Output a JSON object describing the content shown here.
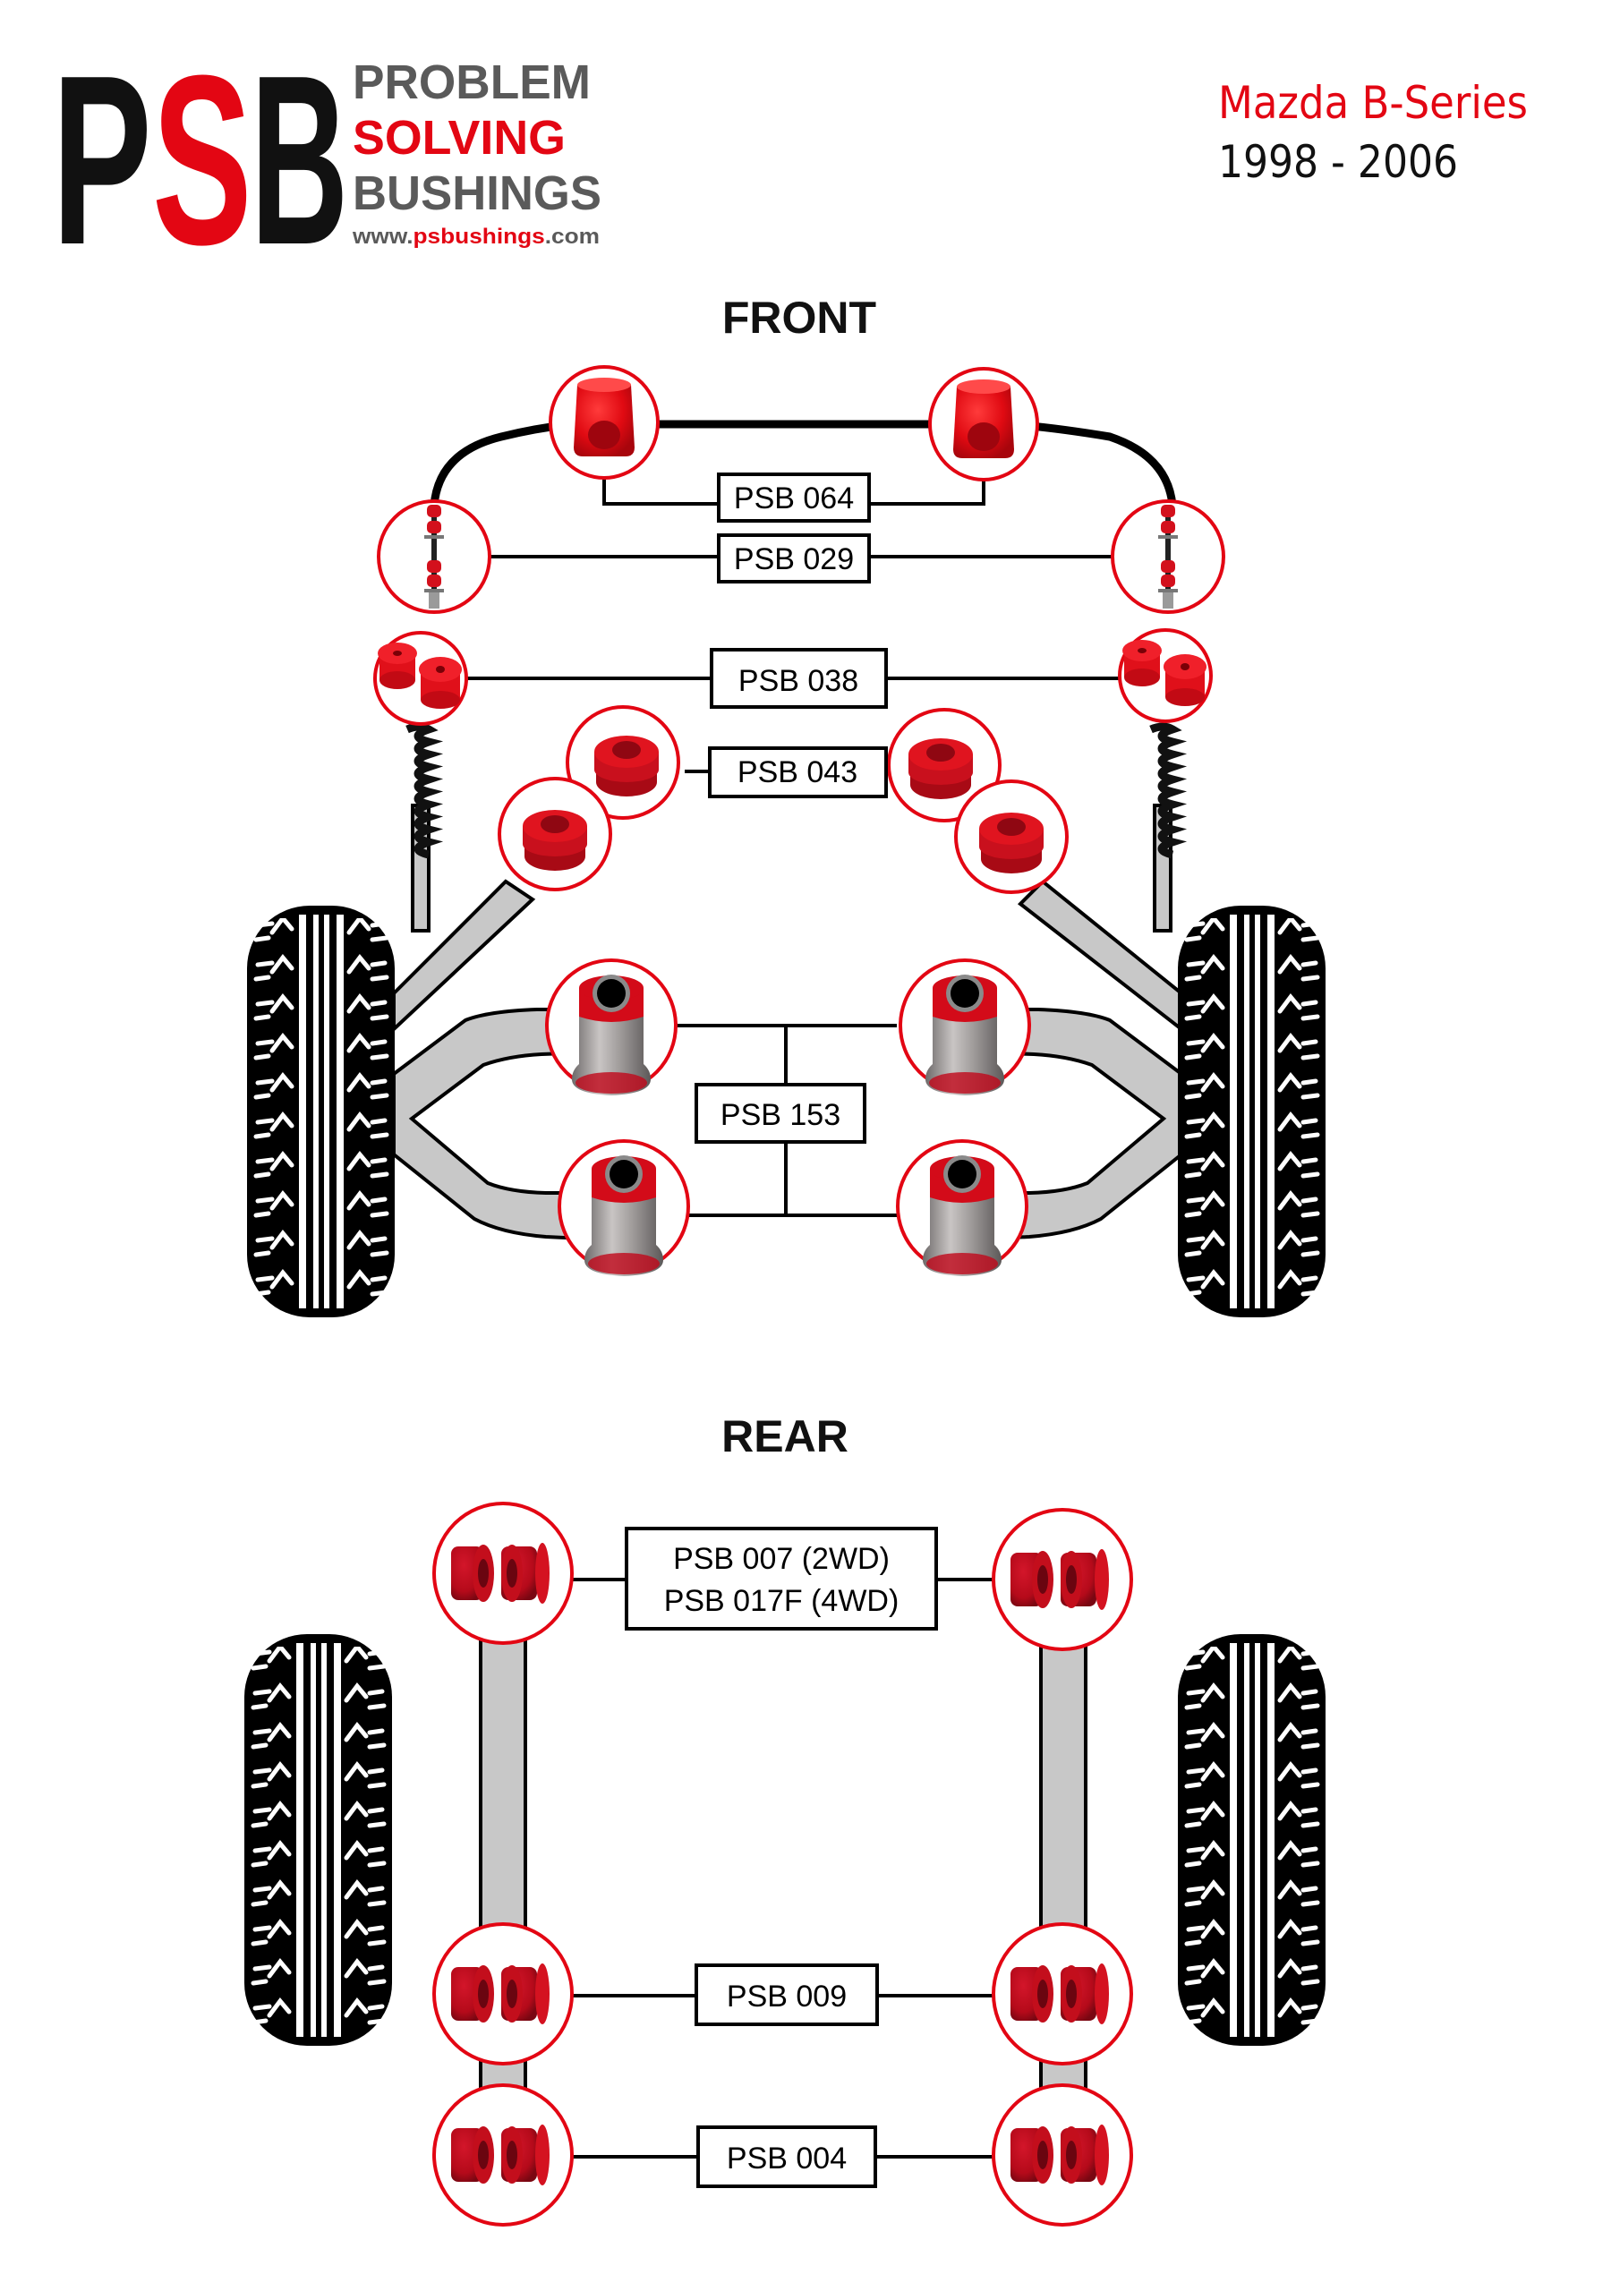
{
  "header": {
    "logo": {
      "letters": [
        "P",
        "S",
        "B"
      ],
      "line1": "PROBLEM",
      "line2": "SOLVING",
      "line3": "BUSHINGS",
      "url_prefix": "www.",
      "url_brand": "psbushings",
      "url_suffix": ".com"
    },
    "vehicle": {
      "model": "Mazda B-Series",
      "years": "1998 - 2006"
    }
  },
  "colors": {
    "brand_red": "#e30613",
    "brand_black": "#111111",
    "brand_grey": "#5a5a5a",
    "circle_outline": "#e30613",
    "arm_fill": "#c8c8c8"
  },
  "sections": {
    "front": {
      "title": "FRONT",
      "parts": [
        {
          "code": "PSB 064",
          "description": "anti-roll bar bushes"
        },
        {
          "code": "PSB 029",
          "description": "anti-roll bar drop links"
        },
        {
          "code": "PSB 038",
          "description": "shock absorber top bushes"
        },
        {
          "code": "PSB 043",
          "description": "upper arm bushes"
        },
        {
          "code": "PSB 153",
          "description": "lower arm bushes"
        }
      ]
    },
    "rear": {
      "title": "REAR",
      "parts": [
        {
          "code": "PSB 007 (2WD)",
          "code2": "PSB 017F (4WD)",
          "description": "leaf spring front eye bushes"
        },
        {
          "code": "PSB 009",
          "description": "leaf spring rear eye bushes"
        },
        {
          "code": "PSB 004",
          "description": "shackle bushes"
        }
      ]
    }
  }
}
